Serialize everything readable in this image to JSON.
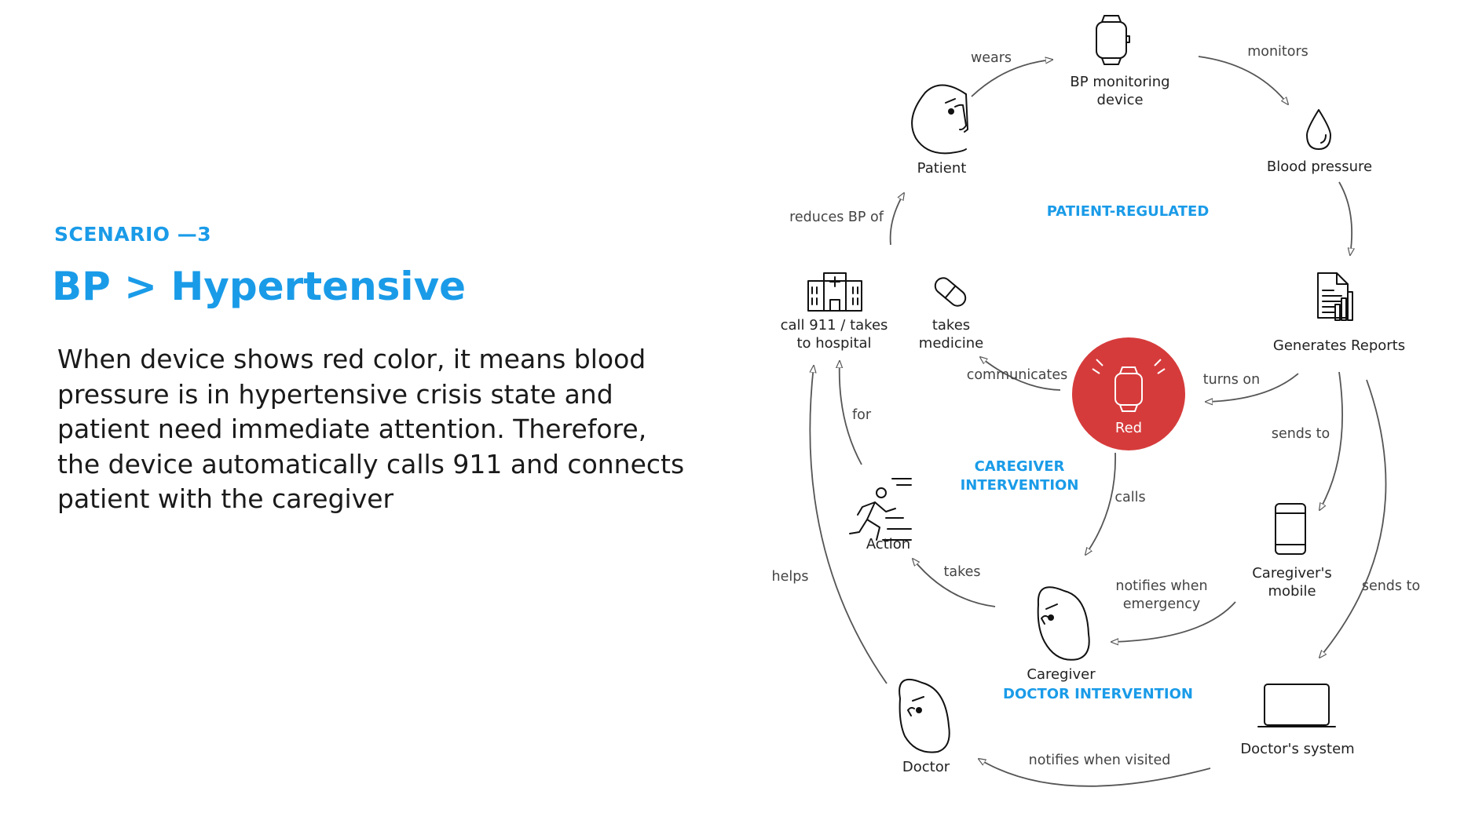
{
  "left": {
    "scenario": "SCENARIO —3",
    "title": "BP > Hypertensive",
    "description": "When device shows red color, it means blood pressure is in hypertensive crisis state and patient need immediate attention. Therefore, the device automatically calls 911 and connects patient with the caregiver"
  },
  "sections": {
    "patient_regulated": "PATIENT-REGULATED",
    "caregiver_intervention_1": "CAREGIVER",
    "caregiver_intervention_2": "INTERVENTION",
    "doctor_intervention": "DOCTOR INTERVENTION"
  },
  "nodes": {
    "patient": "Patient",
    "device_1": "BP monitoring",
    "device_2": "device",
    "blood_pressure": "Blood pressure",
    "reports": "Generates Reports",
    "red": "Red",
    "hospital_1": "call 911 / takes",
    "hospital_2": "to hospital",
    "medicine_1": "takes",
    "medicine_2": "medicine",
    "action": "Action",
    "caregiver": "Caregiver",
    "mobile_1": "Caregiver's",
    "mobile_2": "mobile",
    "doctor": "Doctor",
    "doctors_system": "Doctor's system"
  },
  "edges": {
    "wears": "wears",
    "monitors": "monitors",
    "reduces": "reduces BP of",
    "turns_on": "turns on",
    "communicates": "communicates",
    "sends_to_1": "sends to",
    "sends_to_2": "sends to",
    "calls": "calls",
    "for": "for",
    "takes": "takes",
    "notifies_emergency_1": "notifies when",
    "notifies_emergency_2": "emergency",
    "helps": "helps",
    "notifies_visited": "notifies when visited"
  },
  "colors": {
    "accent": "#1a9be8",
    "red_status": "#d63b3b"
  }
}
